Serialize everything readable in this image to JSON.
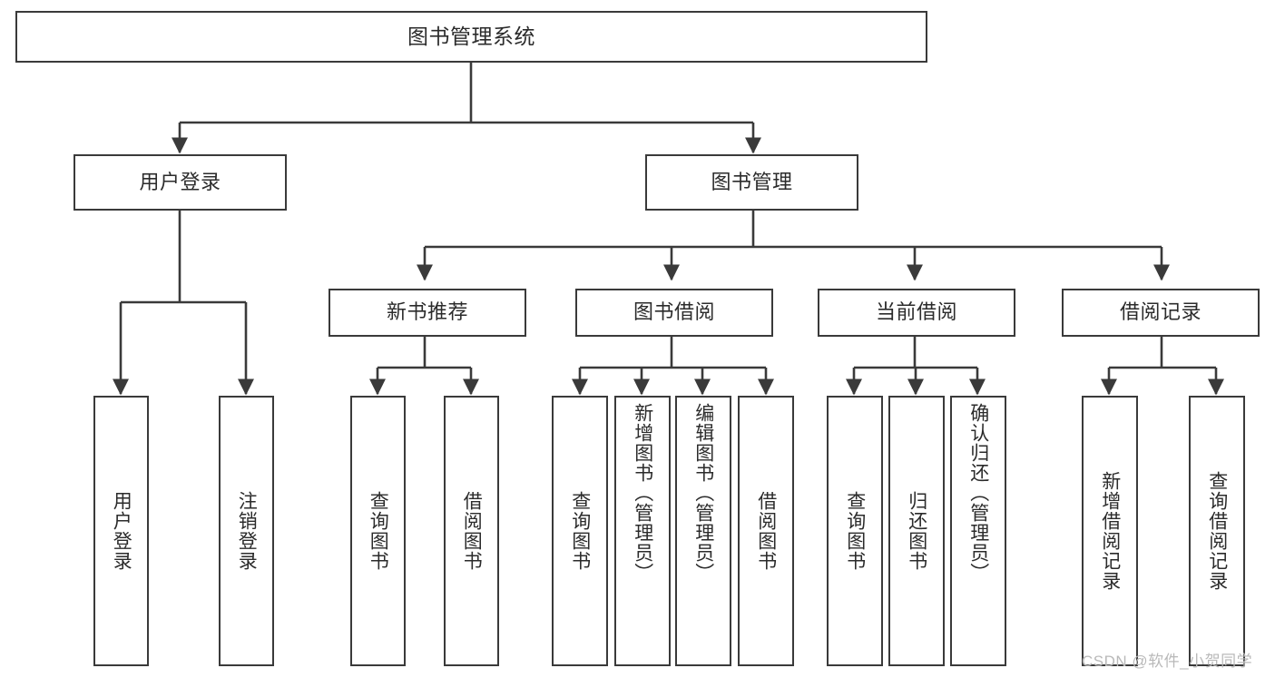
{
  "diagram": {
    "title": "图书管理系统",
    "type": "hierarchy-tree",
    "orientation": "top-down",
    "colors": {
      "stroke": "#3a3a3a",
      "fill": "#ffffff",
      "text": "#2b2b2b",
      "watermark": "#b9b9b9"
    },
    "levels": {
      "root": {
        "label": "图书管理系统"
      },
      "level2": [
        {
          "id": "user-login",
          "label": "用户登录"
        },
        {
          "id": "book-management",
          "label": "图书管理"
        }
      ],
      "level3": [
        {
          "id": "new-book-recommend",
          "label": "新书推荐",
          "parent": "book-management"
        },
        {
          "id": "book-borrow",
          "label": "图书借阅",
          "parent": "book-management"
        },
        {
          "id": "current-borrow",
          "label": "当前借阅",
          "parent": "book-management"
        },
        {
          "id": "borrow-record",
          "label": "借阅记录",
          "parent": "book-management"
        }
      ],
      "leaves": [
        {
          "id": "leaf-user-login",
          "label": "用户登录",
          "parent": "user-login"
        },
        {
          "id": "leaf-logout-login",
          "label": "注销登录",
          "parent": "user-login"
        },
        {
          "id": "leaf-query-book-1",
          "label": "查询图书",
          "parent": "new-book-recommend"
        },
        {
          "id": "leaf-borrow-book-1",
          "label": "借阅图书",
          "parent": "new-book-recommend"
        },
        {
          "id": "leaf-query-book-2",
          "label": "查询图书",
          "parent": "book-borrow"
        },
        {
          "id": "leaf-add-book",
          "label": "新增图书（管理员）",
          "parent": "book-borrow"
        },
        {
          "id": "leaf-edit-book",
          "label": "编辑图书（管理员）",
          "parent": "book-borrow"
        },
        {
          "id": "leaf-borrow-book-2",
          "label": "借阅图书",
          "parent": "book-borrow"
        },
        {
          "id": "leaf-query-book-3",
          "label": "查询图书",
          "parent": "current-borrow"
        },
        {
          "id": "leaf-return-book",
          "label": "归还图书",
          "parent": "current-borrow"
        },
        {
          "id": "leaf-confirm-return",
          "label": "确认归还（管理员）",
          "parent": "current-borrow"
        },
        {
          "id": "leaf-add-record",
          "label": "新增借阅记录",
          "parent": "borrow-record"
        },
        {
          "id": "leaf-query-record",
          "label": "查询借阅记录",
          "parent": "borrow-record"
        }
      ]
    },
    "watermark": "CSDN @软件_小贺同学"
  }
}
